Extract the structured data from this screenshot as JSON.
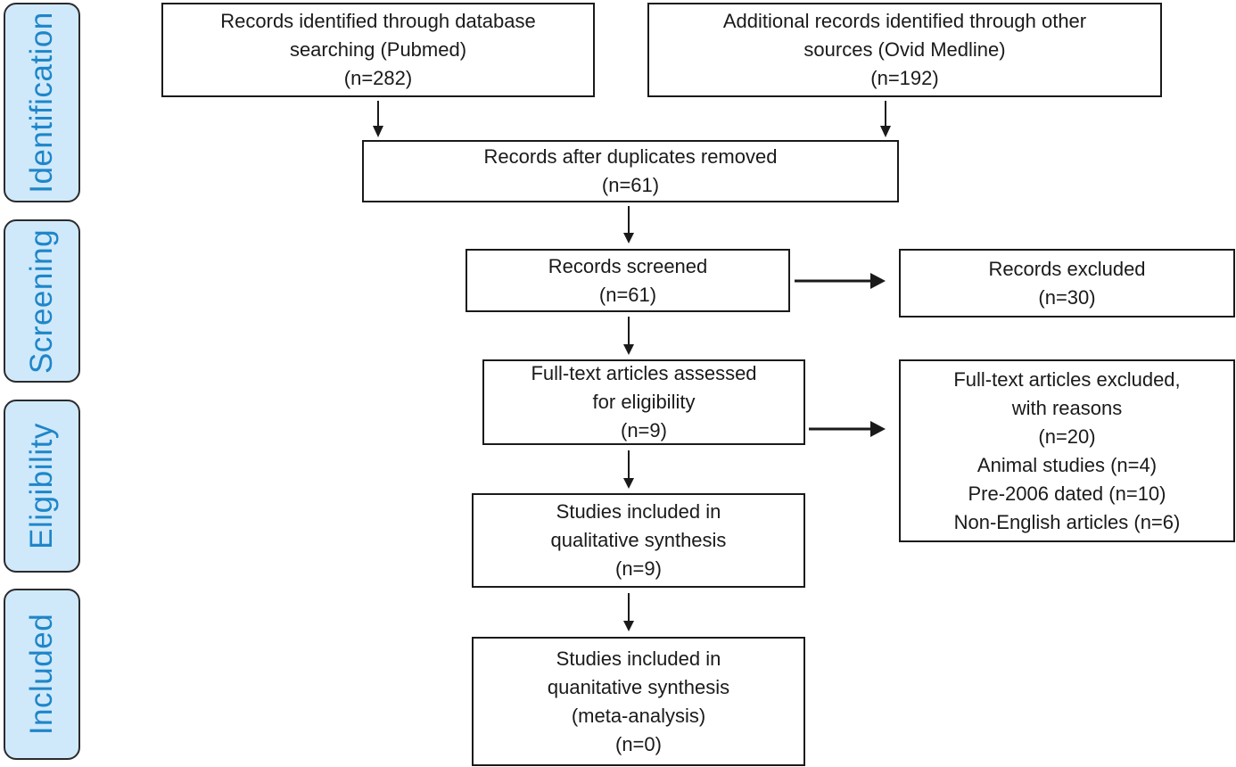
{
  "stages": {
    "identification": "Identification",
    "screening": "Screening",
    "eligibility": "Eligibility",
    "included": "Included"
  },
  "boxes": {
    "pubmed": [
      "Records identified through database",
      "searching (Pubmed)",
      "(n=282)"
    ],
    "ovid": [
      "Additional records identified through other",
      "sources (Ovid Medline)",
      "(n=192)"
    ],
    "duplicates": [
      "Records after duplicates removed",
      "(n=61)"
    ],
    "screened": [
      "Records screened",
      "(n=61)"
    ],
    "excluded": [
      "Records excluded",
      "(n=30)"
    ],
    "fulltext": [
      "Full-text articles assessed",
      "for eligibility",
      "(n=9)"
    ],
    "fulltext_excluded": [
      "Full-text articles excluded,",
      "with reasons",
      "(n=20)",
      "Animal studies (n=4)",
      "Pre-2006 dated (n=10)",
      "Non-English articles (n=6)"
    ],
    "qualitative": [
      "Studies included in",
      "qualitative synthesis",
      "(n=9)"
    ],
    "quantitative": [
      "Studies included in",
      "quanitative synthesis",
      "(meta-analysis)",
      "(n=0)"
    ]
  },
  "colors": {
    "stage_fill": "#cfe9fb",
    "stage_text": "#1f86c8",
    "border": "#1a1a1a"
  }
}
